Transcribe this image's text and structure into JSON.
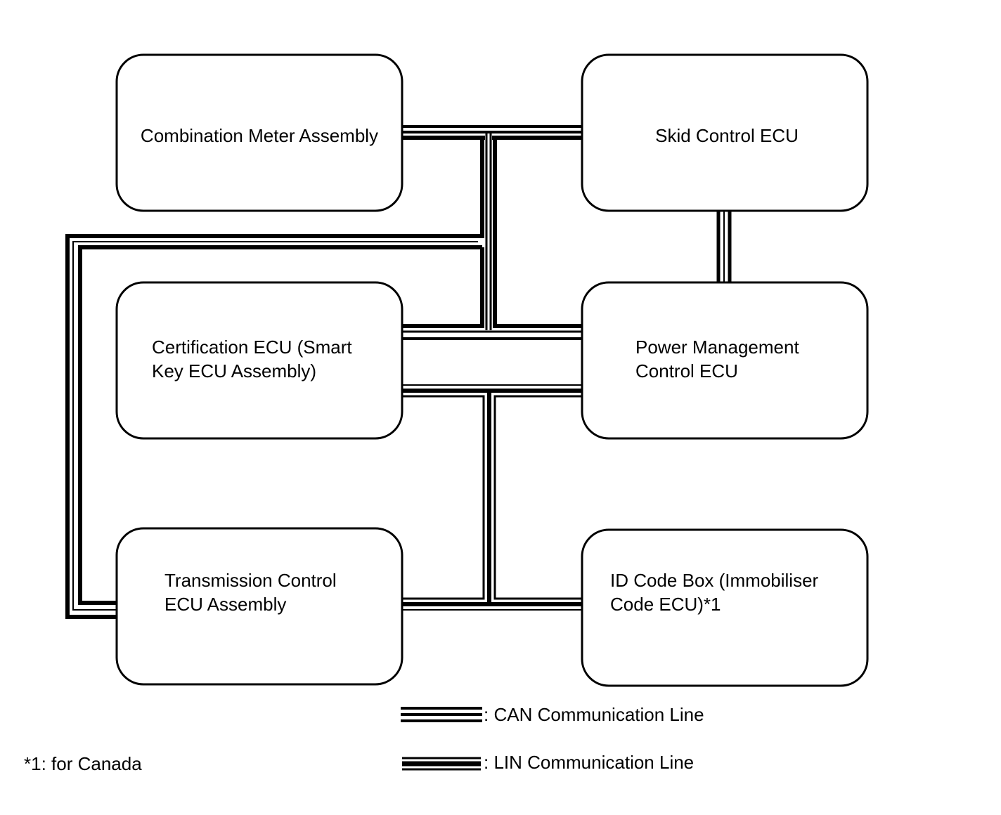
{
  "boxes": {
    "combination_meter": {
      "lines": [
        "Combination Meter Assembly"
      ]
    },
    "skid_control": {
      "lines": [
        "Skid Control ECU"
      ]
    },
    "certification_ecu": {
      "lines": [
        "Certification ECU (Smart",
        "Key ECU Assembly)"
      ]
    },
    "power_management": {
      "lines": [
        "Power Management",
        "Control ECU"
      ]
    },
    "transmission_control": {
      "lines": [
        "Transmission Control",
        "ECU Assembly"
      ]
    },
    "id_code_box": {
      "lines": [
        "ID Code Box (Immobiliser",
        "Code ECU)*1"
      ]
    }
  },
  "legend": {
    "can_label": ": CAN Communication Line",
    "lin_label": ": LIN Communication Line"
  },
  "footnote": "*1: for Canada",
  "colors": {
    "line": "#000000",
    "background": "#ffffff"
  }
}
